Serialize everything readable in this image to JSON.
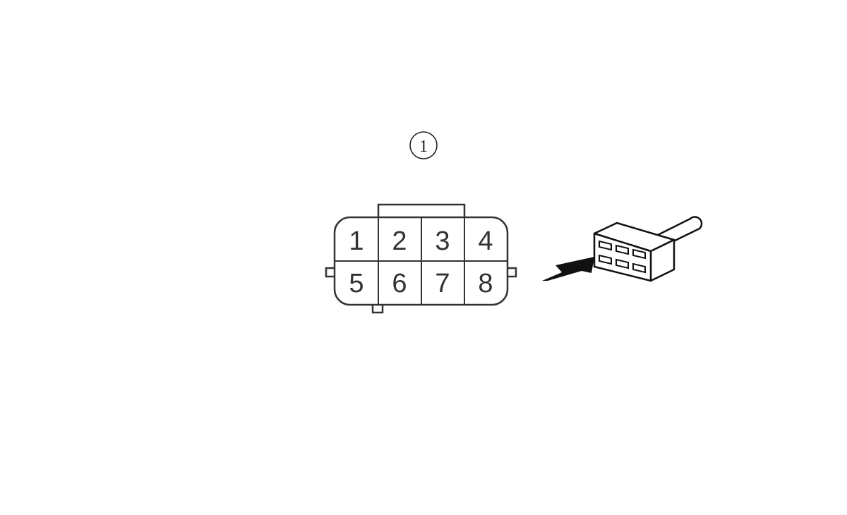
{
  "callout": {
    "number": "1"
  },
  "connector": {
    "pins": [
      {
        "label": "1"
      },
      {
        "label": "2"
      },
      {
        "label": "3"
      },
      {
        "label": "4"
      },
      {
        "label": "5"
      },
      {
        "label": "6"
      },
      {
        "label": "7"
      },
      {
        "label": "8"
      }
    ]
  },
  "colors": {
    "line": "#333333",
    "background": "#ffffff"
  }
}
